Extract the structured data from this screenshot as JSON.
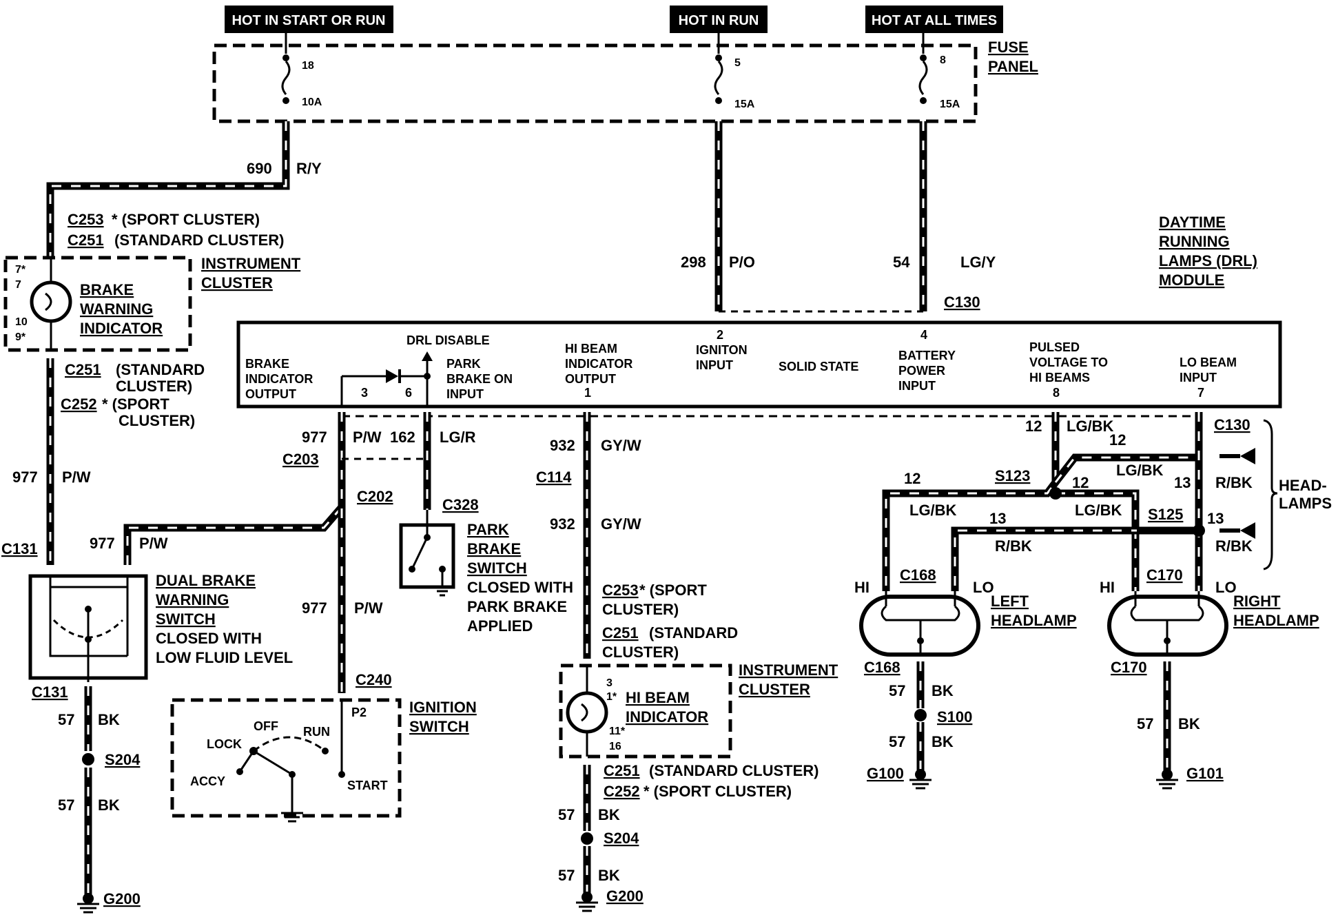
{
  "power_headers": {
    "start_run": "HOT IN START OR RUN",
    "run": "HOT IN RUN",
    "all_times": "HOT AT ALL TIMES"
  },
  "fuse_panel": {
    "label_line1": "FUSE",
    "label_line2": "PANEL",
    "fuses": [
      {
        "number": "18",
        "rating": "10A"
      },
      {
        "number": "5",
        "rating": "15A"
      },
      {
        "number": "8",
        "rating": "15A"
      }
    ]
  },
  "circuits": {
    "c690": {
      "number": "690",
      "color": "R/Y"
    },
    "c298": {
      "number": "298",
      "color": "P/O"
    },
    "c54": {
      "number": "54",
      "color": "LG/Y"
    },
    "c977_a": {
      "number": "977",
      "color": "P/W"
    },
    "c977_b": {
      "number": "977",
      "color": "P/W"
    },
    "c977_c": {
      "number": "977",
      "color": "P/W"
    },
    "c977_d": {
      "number": "977",
      "color": "P/W"
    },
    "c162": {
      "number": "162",
      "color": "LG/R"
    },
    "c932_a": {
      "number": "932",
      "color": "GY/W"
    },
    "c932_b": {
      "number": "932",
      "color": "GY/W"
    },
    "c57_list": [
      {
        "number": "57",
        "color": "BK"
      },
      {
        "number": "57",
        "color": "BK"
      },
      {
        "number": "57",
        "color": "BK"
      },
      {
        "number": "57",
        "color": "BK"
      },
      {
        "number": "57",
        "color": "BK"
      },
      {
        "number": "57",
        "color": "BK"
      },
      {
        "number": "57",
        "color": "BK"
      }
    ],
    "c12_lgbk": [
      {
        "number": "12",
        "color": "LG/BK"
      },
      {
        "number": "12",
        "color": "LG/BK"
      },
      {
        "number": "12",
        "color": "LG/BK"
      },
      {
        "number": "12",
        "color": "LG/BK"
      }
    ],
    "c13_rbk": [
      {
        "number": "13",
        "color": "R/BK"
      },
      {
        "number": "13",
        "color": "R/BK"
      },
      {
        "number": "13",
        "color": "R/BK"
      }
    ]
  },
  "connectors": {
    "c253_sport": "C253",
    "c253_sport_desc": "* (SPORT CLUSTER)",
    "c251_std": "C251",
    "c251_std_desc": "(STANDARD CLUSTER)",
    "c251_b": "C251",
    "c251_b_desc1": "(STANDARD",
    "c251_b_desc2": "CLUSTER)",
    "c252_b": "C252",
    "c252_b_desc1": "* (SPORT",
    "c252_b_desc2": "CLUSTER)",
    "c131_top": "C131",
    "c131_bottom": "C131",
    "c203": "C203",
    "c202": "C202",
    "c328": "C328",
    "c240": "C240",
    "c114": "C114",
    "c130_top": "C130",
    "c130_right": "C130",
    "c253_mid": "C253",
    "c253_mid_desc1": "* (SPORT",
    "c253_mid_desc2": "CLUSTER)",
    "c251_mid": "C251",
    "c251_mid_desc1": "(STANDARD",
    "c251_mid_desc2": "CLUSTER)",
    "c251_low": "C251",
    "c251_low_desc": "(STANDARD CLUSTER)",
    "c252_low": "C252",
    "c252_low_desc": "* (SPORT CLUSTER)",
    "c168_top": "C168",
    "c168_bottom": "C168",
    "c170_top": "C170",
    "c170_bottom": "C170"
  },
  "splices": {
    "s204_left": "S204",
    "s204_mid": "S204",
    "s123": "S123",
    "s125": "S125",
    "s100": "S100"
  },
  "grounds": {
    "g200_left": "G200",
    "g200_mid": "G200",
    "g100": "G100",
    "g101": "G101"
  },
  "components": {
    "instrument_cluster_left": {
      "line1": "INSTRUMENT",
      "line2": "CLUSTER"
    },
    "brake_warning_indicator": {
      "line1": "BRAKE",
      "line2": "WARNING",
      "line3": "INDICATOR"
    },
    "brake_cluster_pins": {
      "p1": "7*",
      "p2": "7",
      "p3": "10",
      "p4": "9*"
    },
    "drl_module": {
      "line1": "DAYTIME",
      "line2": "RUNNING",
      "line3": "LAMPS (DRL)",
      "line4": "MODULE"
    },
    "dual_brake_switch": {
      "line1": "DUAL BRAKE",
      "line2": "WARNING",
      "line3": "SWITCH",
      "line4": "CLOSED WITH",
      "line5": "LOW FLUID LEVEL"
    },
    "park_brake_switch": {
      "line1": "PARK",
      "line2": "BRAKE",
      "line3": "SWITCH",
      "line4": "CLOSED WITH",
      "line5": "PARK BRAKE",
      "line6": "APPLIED"
    },
    "ignition_switch": {
      "line1": "IGNITION",
      "line2": "SWITCH",
      "off": "OFF",
      "run": "RUN",
      "lock": "LOCK",
      "accy": "ACCY",
      "start": "START",
      "p2": "P2"
    },
    "instrument_cluster_mid": {
      "line1": "INSTRUMENT",
      "line2": "CLUSTER"
    },
    "hi_beam_indicator": {
      "line1": "HI BEAM",
      "line2": "INDICATOR"
    },
    "hi_beam_pins": {
      "p1": "3",
      "p2": "1*",
      "p3": "11*",
      "p4": "16"
    },
    "left_headlamp": {
      "line1": "LEFT",
      "line2": "HEADLAMP",
      "hi": "HI",
      "lo": "LO"
    },
    "right_headlamp": {
      "line1": "RIGHT",
      "line2": "HEADLAMP",
      "hi": "HI",
      "lo": "LO"
    },
    "headlamps": {
      "line1": "HEAD-",
      "line2": "LAMPS"
    }
  },
  "module_pins": {
    "brake_output": {
      "line1": "BRAKE",
      "line2": "INDICATOR",
      "line3": "OUTPUT",
      "pin": "3"
    },
    "drl_disable": {
      "label": "DRL DISABLE",
      "pin": "6"
    },
    "park_brake_input": {
      "line1": "PARK",
      "line2": "BRAKE ON",
      "line3": "INPUT"
    },
    "hi_beam_output": {
      "line1": "HI BEAM",
      "line2": "INDICATOR",
      "line3": "OUTPUT",
      "pin": "1"
    },
    "ignition_input": {
      "pin": "2",
      "line1": "IGNITON",
      "line2": "INPUT"
    },
    "solid_state": "SOLID STATE",
    "battery_input": {
      "pin": "4",
      "line1": "BATTERY",
      "line2": "POWER",
      "line3": "INPUT"
    },
    "pulsed_voltage": {
      "line1": "PULSED",
      "line2": "VOLTAGE TO",
      "line3": "HI BEAMS",
      "pin": "8"
    },
    "lo_beam_input": {
      "line1": "LO BEAM",
      "line2": "INPUT",
      "pin": "7"
    }
  }
}
